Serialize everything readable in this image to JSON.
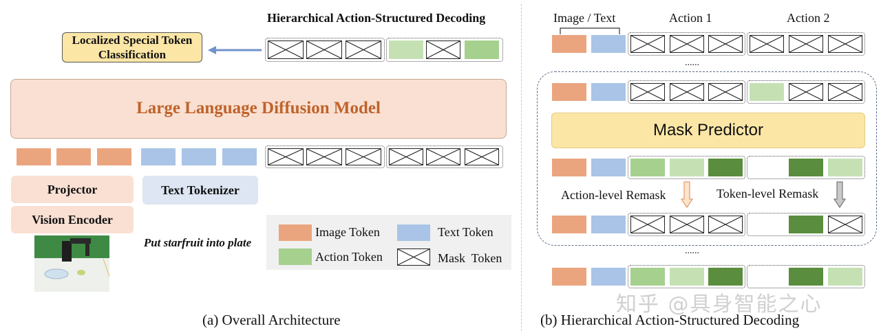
{
  "left": {
    "decoding_title": "Hierarchical Action-Structured Decoding",
    "classification_label": "Localized Special Token Classification",
    "llm_label": "Large Language Diffusion Model",
    "projector_label": "Projector",
    "vision_encoder_label": "Vision Encoder",
    "text_tokenizer_label": "Text Tokenizer",
    "instruction": "Put starfruit into plate",
    "caption": "(a) Overall Architecture"
  },
  "legend": {
    "image_token": "Image Token",
    "text_token": "Text Token",
    "action_token": "Action Token",
    "mask_token": "Mask  Token"
  },
  "right": {
    "image_text_label": "Image / Text",
    "action1_label": "Action 1",
    "action2_label": "Action 2",
    "ellipsis": "......",
    "mask_predictor_label": "Mask Predictor",
    "action_remask_label": "Action-level Remask",
    "token_remask_label": "Token-level Remask",
    "caption": "(b) Hierarchical Action-Structured Decoding"
  },
  "watermark": "知乎 @具身智能之心",
  "colors": {
    "image_token": "#eaa57f",
    "text_token": "#a9c4e6",
    "action_light": "#c5e1b4",
    "action_mid": "#a6d08e",
    "action_dark": "#5a8e3e",
    "llm_fill": "#f9e0d3",
    "llm_text": "#c0632a",
    "mask_predictor_fill": "#fbe6a6",
    "classification_fill": "#fbe6a6",
    "arrow_blue": "#7192cc"
  }
}
